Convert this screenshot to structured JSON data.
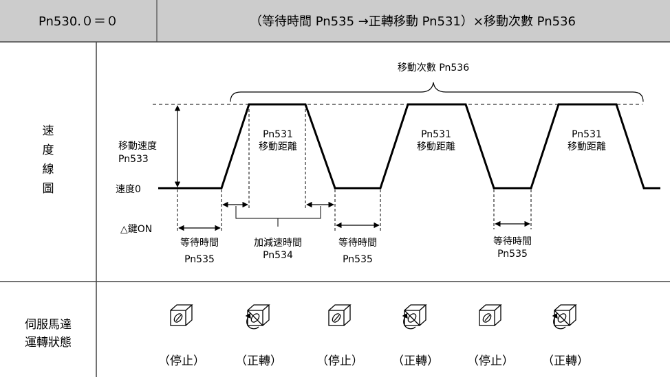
{
  "header": {
    "condition": "Pn530.０＝０",
    "formula": "（等待時間 Pn535 →正轉移動 Pn531）×移動次數 Pn536"
  },
  "speed_section": {
    "title_chars": [
      "速",
      "度",
      "線",
      "圖"
    ],
    "move_count_label": "移動次數 Pn536",
    "move_speed_label": [
      "移動速度",
      "Pn533"
    ],
    "speed_zero_label": "速度0",
    "key_on_label": "△鍵ON",
    "distance_label": [
      "Pn531",
      "移動距離"
    ],
    "wait_time_label": [
      "等待時間",
      "Pn535"
    ],
    "accel_time_label": [
      "加減速時間",
      "Pn534"
    ]
  },
  "motor_section": {
    "title_lines": [
      "伺服馬達",
      "運轉狀態"
    ],
    "states": [
      {
        "label": "（停止）",
        "icon": "motor-stopped-icon"
      },
      {
        "label": "（正轉）",
        "icon": "motor-forward-rotation-icon"
      },
      {
        "label": "（停止）",
        "icon": "motor-stopped-icon"
      },
      {
        "label": "（正轉）",
        "icon": "motor-forward-rotation-icon"
      },
      {
        "label": "（停止）",
        "icon": "motor-stopped-icon"
      },
      {
        "label": "（正轉）",
        "icon": "motor-forward-rotation-icon"
      }
    ]
  },
  "colors": {
    "header_bg": "#cccccc",
    "line": "#000000",
    "grid": "#444444"
  }
}
